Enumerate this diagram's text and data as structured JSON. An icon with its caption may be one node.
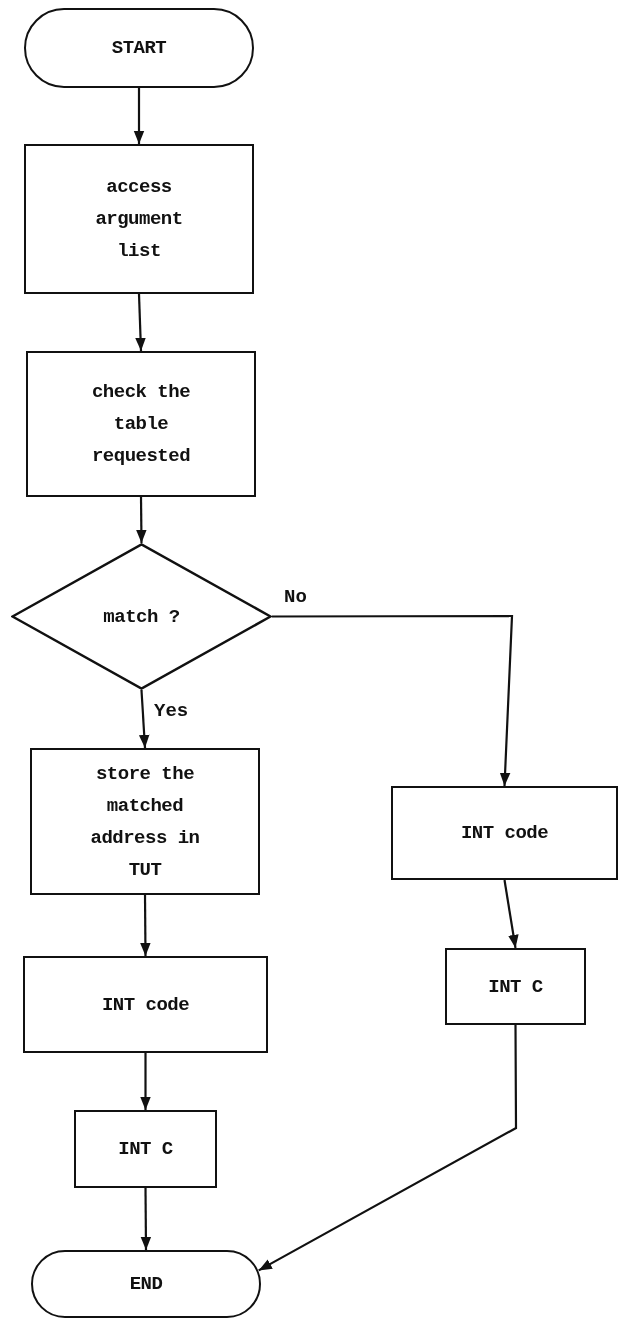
{
  "diagram": {
    "nodes": [
      {
        "text": [
          "START"
        ]
      },
      {
        "text": [
          "access argument list"
        ]
      },
      {
        "text": [
          "check the table requested"
        ]
      },
      {
        "text": [
          "match ?"
        ]
      },
      {
        "text": [
          "store the matched address in TUT"
        ]
      },
      {
        "text": [
          "INT code"
        ]
      },
      {
        "text": [
          "INT code"
        ]
      },
      {
        "text": [
          "INT C"
        ]
      },
      {
        "text": [
          "INT C"
        ]
      },
      {
        "text": [
          "END"
        ]
      }
    ],
    "edges": [
      {
        "from": 0,
        "to": 1,
        "arrow": "to"
      },
      {
        "from": 1,
        "to": 2,
        "arrow": "to"
      },
      {
        "from": 2,
        "to": 3,
        "arrow": "to"
      },
      {
        "from": 3,
        "to": 4,
        "label": "Yes",
        "arrow": "to"
      },
      {
        "from": 3,
        "to": 5,
        "label": "No",
        "arrow": "to"
      },
      {
        "from": 4,
        "to": 6,
        "arrow": "to"
      },
      {
        "from": 5,
        "to": 7,
        "arrow": "to"
      },
      {
        "from": 6,
        "to": 8,
        "arrow": "to"
      },
      {
        "from": 8,
        "to": 9,
        "arrow": "to"
      },
      {
        "from": 7,
        "to": 9,
        "arrow": "to"
      }
    ]
  }
}
